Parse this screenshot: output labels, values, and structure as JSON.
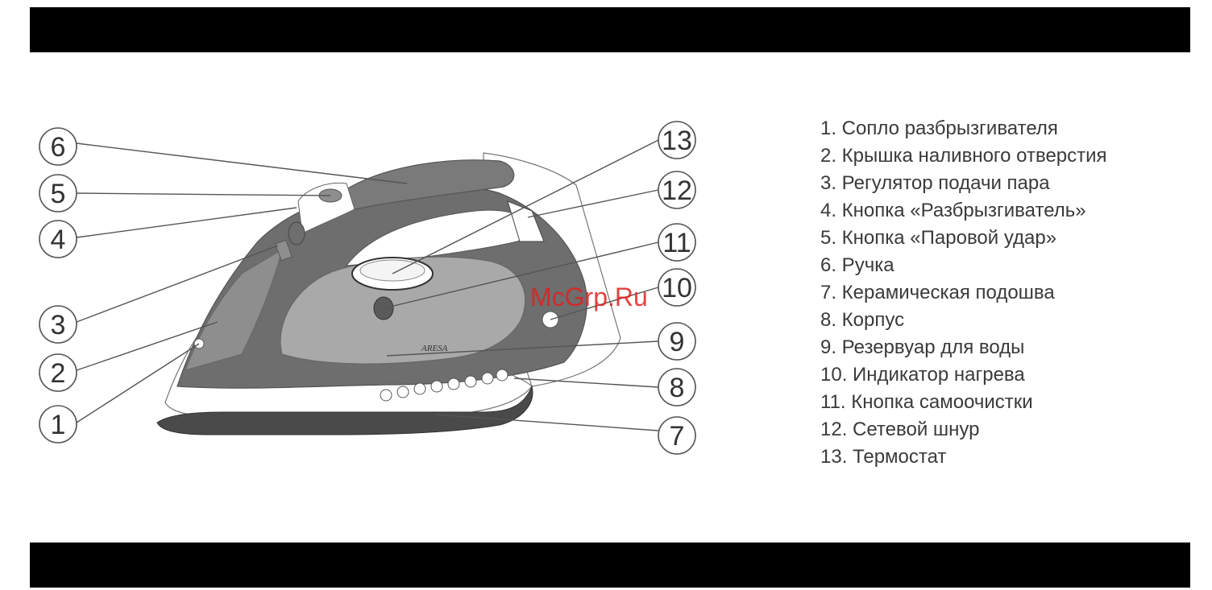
{
  "diagram": {
    "watermark": "McGrp.Ru",
    "brand": "ARESA",
    "callouts": [
      "1",
      "2",
      "3",
      "4",
      "5",
      "6",
      "7",
      "8",
      "9",
      "10",
      "11",
      "12",
      "13"
    ]
  },
  "legend": {
    "items": [
      "1. Сопло разбрызгивателя",
      "2. Крышка наливного отверстия",
      "3. Регулятор подачи пара",
      "4. Кнопка «Разбрызгиватель»",
      "5. Кнопка «Паровой удар»",
      "6. Ручка",
      "7. Керамическая подошва",
      "8. Корпус",
      "9. Резервуар для воды",
      "10. Индикатор нагрева",
      "11. Кнопка самоочистки",
      "12. Сетевой шнур",
      "13. Термостат"
    ]
  },
  "colors": {
    "body_dark": "#6e6e6e",
    "body_mid": "#8e8e8e",
    "tank_light": "#a9a9a9",
    "soleplate": "#4a4a4a",
    "bars": "#000000",
    "watermark": "#e02020"
  }
}
